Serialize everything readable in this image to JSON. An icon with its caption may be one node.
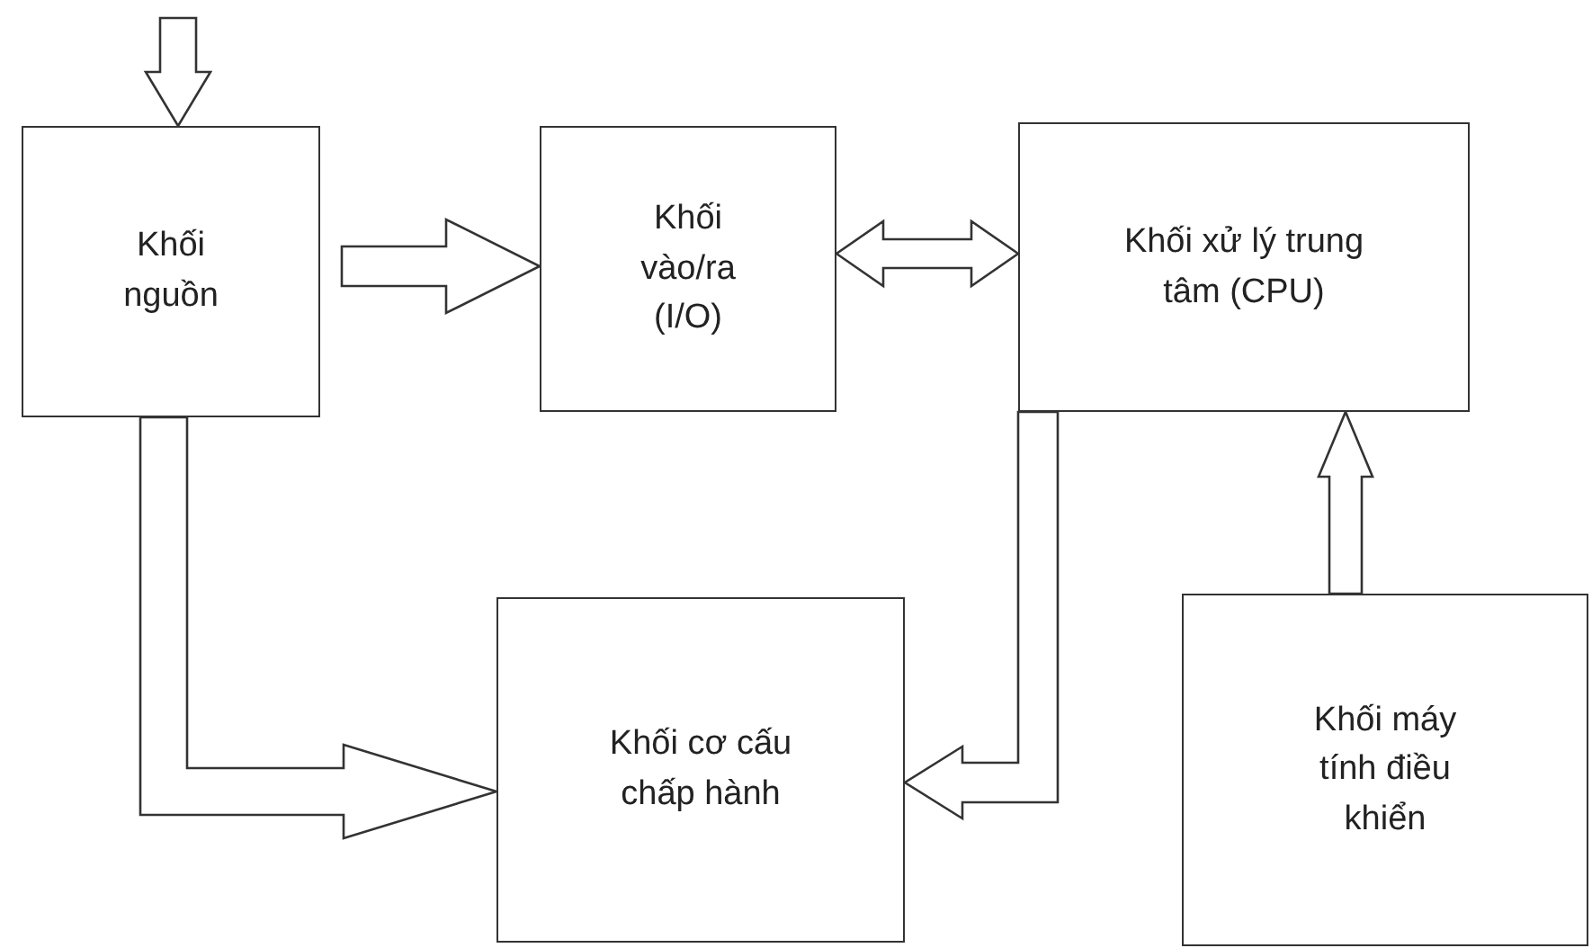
{
  "diagram": {
    "nodes": [
      {
        "text": [
          "Khối nguồn"
        ]
      },
      {
        "text": [
          "Khối vào/ra (I/O)"
        ]
      },
      {
        "text": [
          "Khối xử lý trung tâm (CPU)"
        ]
      },
      {
        "text": [
          "Khối cơ cấu chấp hành"
        ]
      },
      {
        "text": [
          "Khối máy tính điều khiển"
        ]
      }
    ],
    "edges": [
      {
        "from": null,
        "to": 0,
        "arrow": "to"
      },
      {
        "from": 0,
        "to": 1,
        "arrow": "to"
      },
      {
        "from": 1,
        "to": 2,
        "arrow": "both"
      },
      {
        "from": 0,
        "to": 3,
        "arrow": "to"
      },
      {
        "from": 2,
        "to": 3,
        "arrow": "to"
      },
      {
        "from": 4,
        "to": 2,
        "arrow": "to"
      }
    ]
  }
}
